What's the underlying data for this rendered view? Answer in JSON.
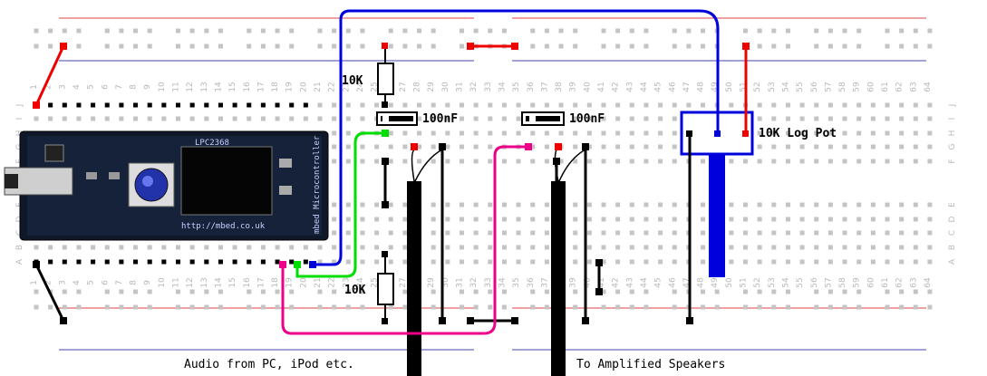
{
  "labels": {
    "resistor_top": "10K",
    "resistor_bottom": "10K",
    "cap_left": "100nF",
    "cap_right": "100nF",
    "pot": "10K Log Pot",
    "input": "Audio from PC, iPod etc.",
    "output": "To Amplified Speakers"
  },
  "breadboard": {
    "columns": 64,
    "rows_top": [
      "J",
      "I",
      "H",
      "G",
      "F"
    ],
    "rows_bottom": [
      "E",
      "D",
      "C",
      "B",
      "A"
    ]
  },
  "mbed": {
    "name": "mbed Microcontroller",
    "model": "LPC2368",
    "url": "http://mbed.co.uk"
  },
  "colors": {
    "board": "#111a2a",
    "wire_red": "#e00000",
    "wire_blue": "#0000dd",
    "wire_green": "#00dd00",
    "wire_pink": "#ee0088",
    "wire_black": "#000000",
    "rail_red": "#d44",
    "rail_blue": "#44a"
  }
}
